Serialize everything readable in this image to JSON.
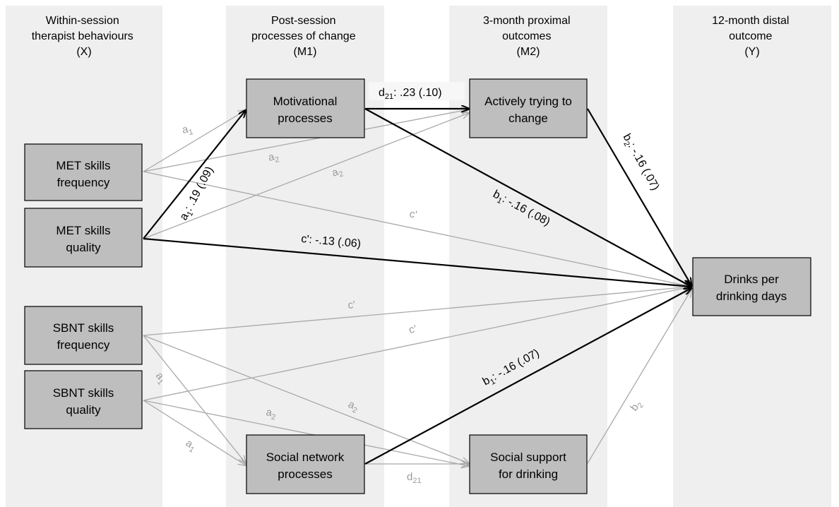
{
  "columns": [
    {
      "lines": [
        "Within-session",
        "therapist behaviours",
        "(X)"
      ]
    },
    {
      "lines": [
        "Post-session",
        "processes of change",
        "(M1)"
      ]
    },
    {
      "lines": [
        "3-month proximal",
        "outcomes",
        "(M2)"
      ]
    },
    {
      "lines": [
        "12-month distal",
        "outcome",
        "(Y)"
      ]
    }
  ],
  "boxes": {
    "met_freq": [
      "MET skills",
      "frequency"
    ],
    "met_qual": [
      "MET skills",
      "quality"
    ],
    "sbnt_freq": [
      "SBNT skills",
      "frequency"
    ],
    "sbnt_qual": [
      "SBNT skills",
      "quality"
    ],
    "motivational": [
      "Motivational",
      "processes"
    ],
    "social_network": [
      "Social network",
      "processes"
    ],
    "actively_trying": [
      "Actively trying to",
      "change"
    ],
    "social_support": [
      "Social support",
      "for drinking"
    ],
    "drinks": [
      "Drinks per",
      "drinking days"
    ]
  },
  "labels": {
    "d21_bold": {
      "base": "d",
      "sub": "21",
      "rest": ": .23 (.10)"
    },
    "a1_bold": {
      "base": "a",
      "sub": "1",
      "rest": ": .19 (.09)"
    },
    "b1_top": {
      "base": "b",
      "sub": "1",
      "rest": ": -.16 (.08)"
    },
    "b2_bold": {
      "base": "b",
      "sub": "2",
      "rest": ": -.16 (.07)"
    },
    "c_bold": {
      "base": "c'",
      "sub": "",
      "rest": ": -.13 (.06)"
    },
    "b1_bottom": {
      "base": "b",
      "sub": "1",
      "rest": ": -.16 (.07)"
    },
    "a1_grey_top": {
      "base": "a",
      "sub": "1",
      "rest": ""
    },
    "a2_grey_1": {
      "base": "a",
      "sub": "2",
      "rest": ""
    },
    "a2_grey_2": {
      "base": "a",
      "sub": "2",
      "rest": ""
    },
    "c_grey_1": {
      "base": "c'",
      "sub": "",
      "rest": ""
    },
    "c_grey_2": {
      "base": "c'",
      "sub": "",
      "rest": ""
    },
    "c_grey_3": {
      "base": "c'",
      "sub": "",
      "rest": ""
    },
    "a1_grey_3": {
      "base": "a",
      "sub": "1",
      "rest": ""
    },
    "a2_grey_3": {
      "base": "a",
      "sub": "2",
      "rest": ""
    },
    "a2_grey_4": {
      "base": "a",
      "sub": "2",
      "rest": ""
    },
    "a1_grey_4": {
      "base": "a",
      "sub": "1",
      "rest": ""
    },
    "d21_grey": {
      "base": "d",
      "sub": "21",
      "rest": ""
    },
    "b2_grey": {
      "base": "b",
      "sub": "2",
      "rest": ""
    }
  }
}
